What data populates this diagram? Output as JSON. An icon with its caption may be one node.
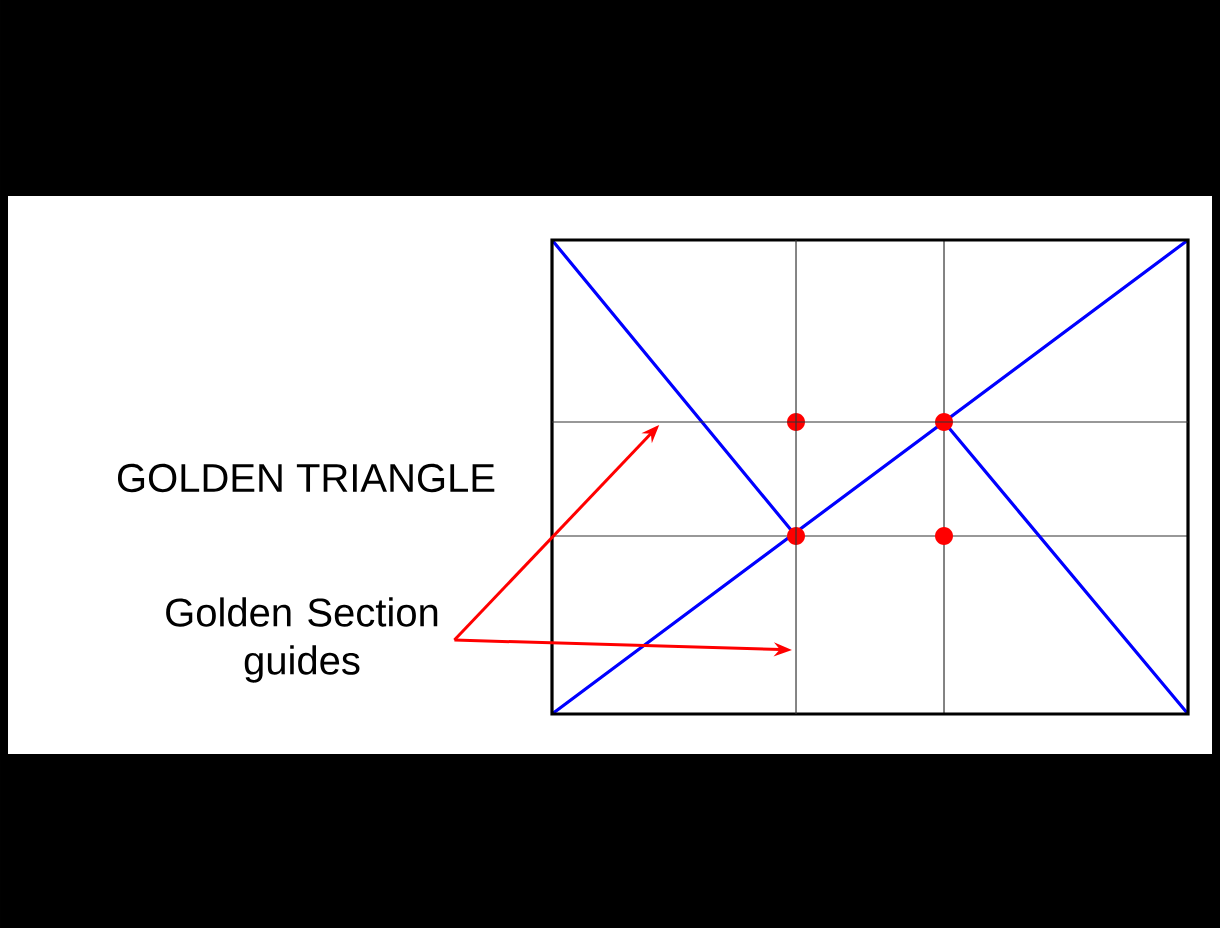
{
  "diagram": {
    "nodes": [
      {
        "text": [
          "Golden Section guides"
        ]
      },
      {
        "text": [],
        "shape": "line"
      },
      {
        "text": [],
        "shape": "line"
      }
    ],
    "edges": [
      {
        "from": 0,
        "to": 1,
        "arrow": "to",
        "color": "#ff0000"
      },
      {
        "from": 0,
        "to": 2,
        "arrow": "to",
        "color": "#ff0000"
      }
    ],
    "labels": [
      "GOLDEN TRIANGLE"
    ]
  }
}
